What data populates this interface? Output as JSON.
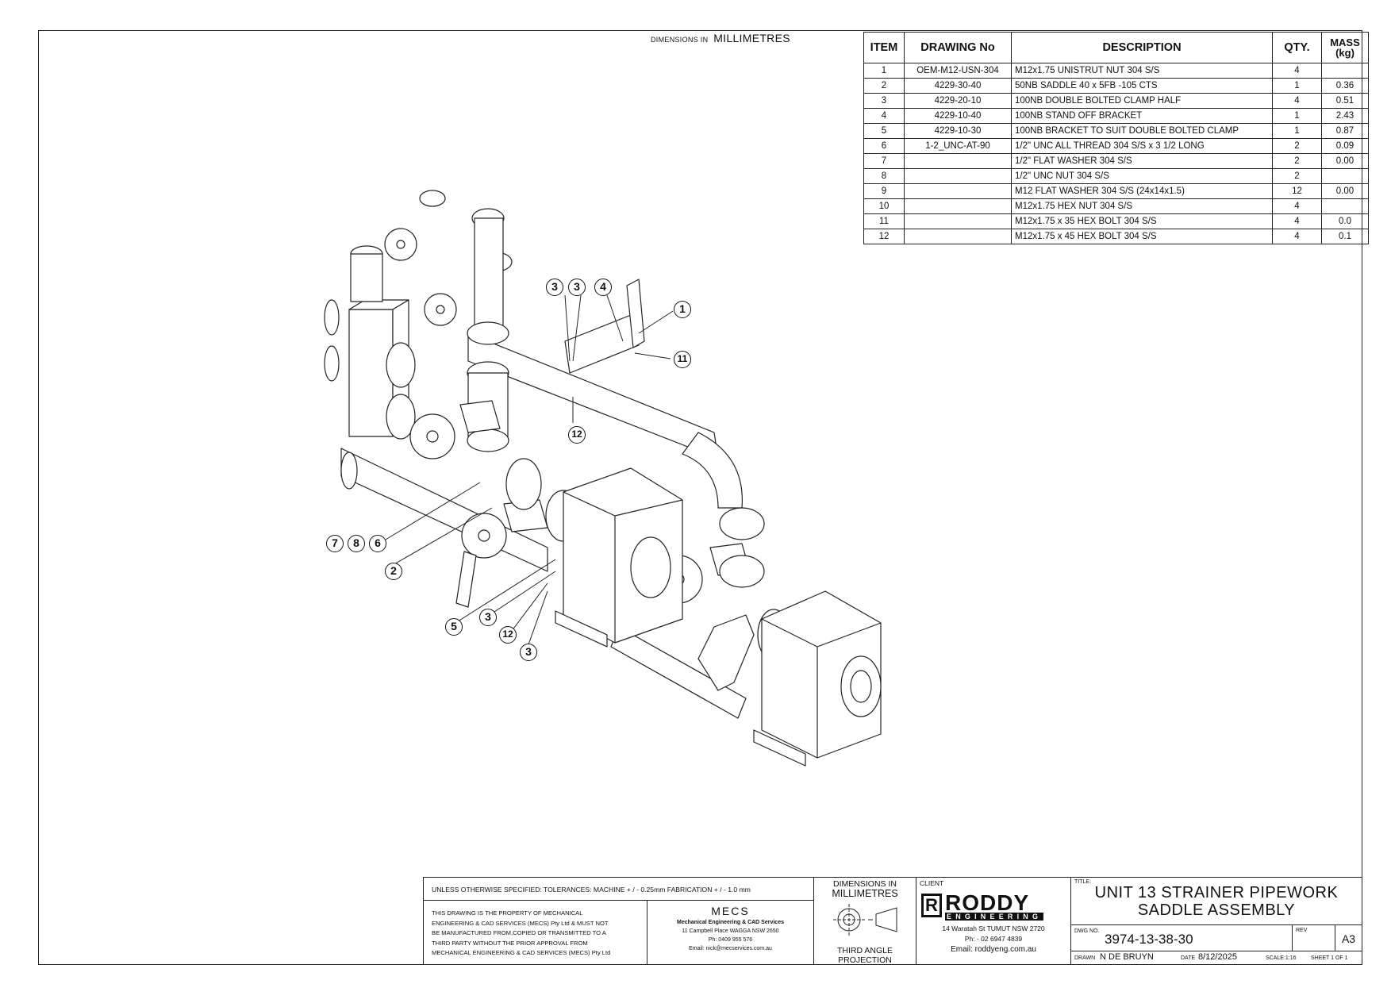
{
  "sheet": {
    "dims_small": "DIMENSIONS IN",
    "dims_big": "MILLIMETRES"
  },
  "bom": {
    "headers": {
      "item": "ITEM",
      "drawing": "DRAWING No",
      "description": "DESCRIPTION",
      "qty": "QTY.",
      "mass": "MASS (kg)"
    },
    "rows": [
      {
        "item": "1",
        "drawing": "OEM-M12-USN-304",
        "description": "M12x1.75 UNISTRUT NUT 304 S/S",
        "qty": "4",
        "mass": ""
      },
      {
        "item": "2",
        "drawing": "4229-30-40",
        "description": "50NB SADDLE 40 x 5FB -105 CTS",
        "qty": "1",
        "mass": "0.36"
      },
      {
        "item": "3",
        "drawing": "4229-20-10",
        "description": "100NB DOUBLE BOLTED CLAMP HALF",
        "qty": "4",
        "mass": "0.51"
      },
      {
        "item": "4",
        "drawing": "4229-10-40",
        "description": "100NB STAND OFF BRACKET",
        "qty": "1",
        "mass": "2.43"
      },
      {
        "item": "5",
        "drawing": "4229-10-30",
        "description": "100NB BRACKET TO SUIT DOUBLE BOLTED CLAMP",
        "qty": "1",
        "mass": "0.87"
      },
      {
        "item": "6",
        "drawing": "1-2_UNC-AT-90",
        "description": "1/2\" UNC ALL THREAD 304 S/S x 3 1/2 LONG",
        "qty": "2",
        "mass": "0.09"
      },
      {
        "item": "7",
        "drawing": "",
        "description": "1/2\" FLAT WASHER 304 S/S",
        "qty": "2",
        "mass": "0.00"
      },
      {
        "item": "8",
        "drawing": "",
        "description": "1/2\" UNC NUT 304 S/S",
        "qty": "2",
        "mass": ""
      },
      {
        "item": "9",
        "drawing": "",
        "description": "M12 FLAT WASHER 304 S/S (24x14x1.5)",
        "qty": "12",
        "mass": "0.00"
      },
      {
        "item": "10",
        "drawing": "",
        "description": "M12x1.75 HEX NUT 304 S/S",
        "qty": "4",
        "mass": ""
      },
      {
        "item": "11",
        "drawing": "",
        "description": "M12x1.75 x 35 HEX BOLT 304 S/S",
        "qty": "4",
        "mass": "0.0"
      },
      {
        "item": "12",
        "drawing": "",
        "description": "M12x1.75 x 45 HEX BOLT 304 S/S",
        "qty": "4",
        "mass": "0.1"
      }
    ]
  },
  "balloons": [
    "3",
    "3",
    "4",
    "1",
    "11",
    "12",
    "7",
    "8",
    "6",
    "2",
    "5",
    "3",
    "12",
    "3"
  ],
  "title_block": {
    "tolerances": "UNLESS OTHERWISE SPECIFIED: TOLERANCES: MACHINE + / - 0.25mm  FABRICATION + / - 1.0 mm",
    "property_lines": [
      "THIS DRAWING IS THE PROPERTY OF MECHANICAL",
      "ENGINEERING & CAD SERVICES (MECS) Pty Ltd & MUST NOT",
      "BE MANUFACTURED FROM,COPIED OR TRANSMITTED TO A",
      "THIRD PARTY WITHOUT THE PRIOR APPROVAL FROM",
      "MECHANICAL ENGINEERING & CAD SERVICES (MECS) Pty Ltd"
    ],
    "mecs": {
      "logo": "MECS",
      "name": "Mechanical Engineering & CAD Services",
      "address": "11 Campbell Place WAGGA NSW 2650",
      "phone": "Ph: 0409 955 576",
      "email": "Email: nick@mecservices.com.au"
    },
    "dims_label_1": "DIMENSIONS IN",
    "dims_label_2": "MILLIMETRES",
    "projection": "THIRD ANGLE PROJECTION",
    "client_label": "CLIENT",
    "client": {
      "logo_main": "RODDY",
      "logo_sub": "ENGINEERING",
      "address": "14 Waratah St TUMUT NSW 2720",
      "phone": "Ph: - 02 6947 4839",
      "email": "Email: roddyeng.com.au"
    },
    "title_label": "TITLE:",
    "title_line1": "UNIT 13 STRAINER PIPEWORK",
    "title_line2": "SADDLE ASSEMBLY",
    "dwg_label": "DWG NO.",
    "dwg_no": "3974-13-38-30",
    "rev_label": "REV",
    "size": "A3",
    "drawn_label": "DRAWN",
    "drawn_by": "N DE BRUYN",
    "date_label": "DATE",
    "date": "8/12/2025",
    "scale": "SCALE:1:16",
    "sheet": "SHEET 1 OF 1"
  }
}
